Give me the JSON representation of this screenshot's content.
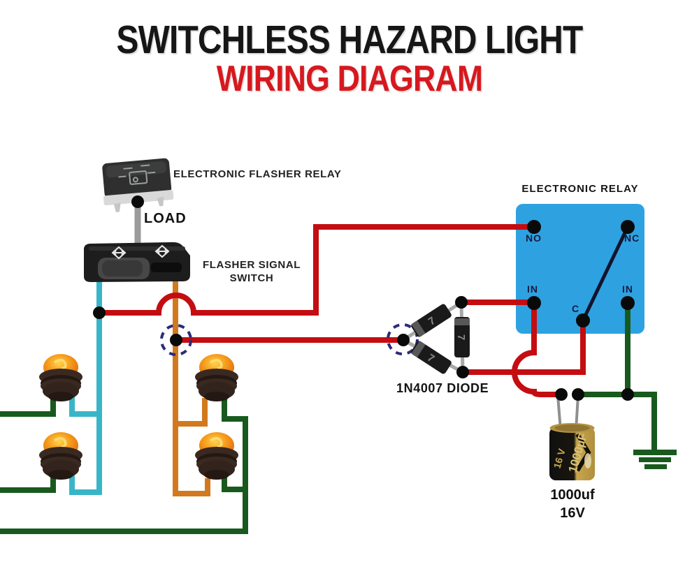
{
  "title": {
    "line1": "SWITCHLESS HAZARD LIGHT",
    "line2": "WIRING DIAGRAM"
  },
  "labels": {
    "flasher_relay": "ELECTRONIC FLASHER RELAY",
    "load": "LOAD",
    "switch_line1": "FLASHER SIGNAL",
    "switch_line2": "SWITCH",
    "relay": "ELECTRONIC RELAY",
    "diode": "1N4007 DIODE",
    "cap_value": "1000uf",
    "cap_voltage": "16V"
  },
  "terminals": {
    "no": "NO",
    "nc": "NC",
    "in_left": "IN",
    "common": "C",
    "in_right": "IN"
  },
  "markings": {
    "diode_body": "7",
    "cap_side_value": "1000µF",
    "cap_side_voltage": "16 V"
  },
  "colors": {
    "title_text": "#161616",
    "title_accent": "#d6191f",
    "wire_red": "#c40d11",
    "wire_cyan": "#38b5c8",
    "wire_orange": "#d2791d",
    "wire_green": "#185a1d",
    "wire_gray": "#9b9b9b",
    "relay_box": "#2ea2e0",
    "relay_arm": "#13132e",
    "terminal_text": "#1a1a40",
    "dashed_circle": "#2b2b78",
    "dot_black": "#0a0a0a"
  }
}
